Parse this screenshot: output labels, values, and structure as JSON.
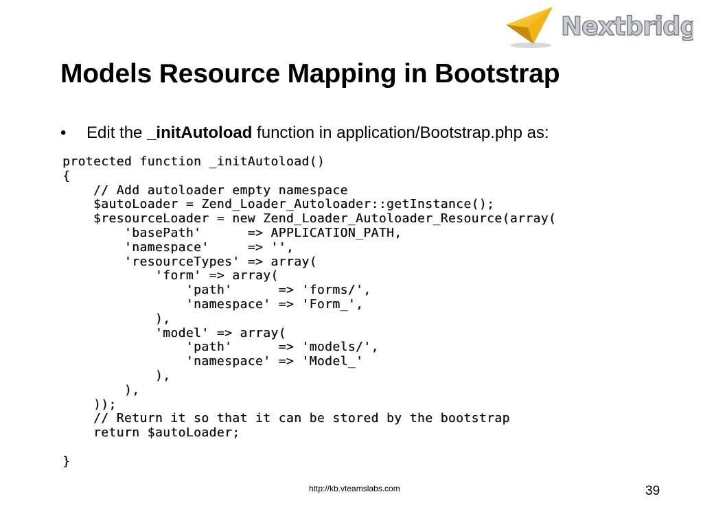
{
  "slide": {
    "title": "Models Resource Mapping in Bootstrap",
    "bullet": {
      "marker": "•",
      "prefix": "Edit the ",
      "bold": "_initAutoload",
      "suffix": " function in application/Bootstrap.php as:"
    },
    "code_lines": [
      "protected function _initAutoload()",
      "{",
      "    // Add autoloader empty namespace",
      "    $autoLoader = Zend_Loader_Autoloader::getInstance();",
      "    $resourceLoader = new Zend_Loader_Autoloader_Resource(array(",
      "        'basePath'      => APPLICATION_PATH,",
      "        'namespace'     => '',",
      "        'resourceTypes' => array(",
      "            'form' => array(",
      "                'path'      => 'forms/',",
      "                'namespace' => 'Form_',",
      "            ),",
      "            'model' => array(",
      "                'path'      => 'models/',",
      "                'namespace' => 'Model_'",
      "            ),",
      "        ),",
      "    ));",
      "    // Return it so that it can be stored by the bootstrap",
      "    return $autoLoader;",
      "",
      "}"
    ],
    "footer_url": "http://kb.vteamslabs.com",
    "page_number": "39"
  },
  "logo": {
    "text": "Nextbridge",
    "icon": "paper-plane-icon",
    "colors": {
      "plane_light": "#f7c21b",
      "plane_dark": "#d99a07",
      "text_fill": "#c9ccd0",
      "text_stroke": "#7d8288"
    }
  }
}
